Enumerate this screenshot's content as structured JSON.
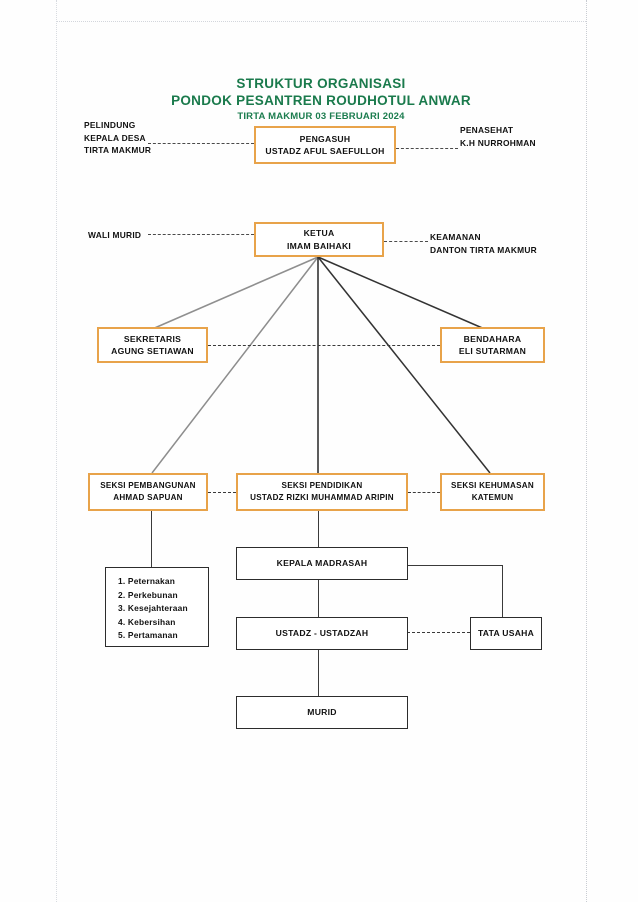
{
  "document": {
    "title_lines": [
      "STRUKTUR ORGANISASI",
      "PONDOK PESANTREN ROUDHOTUL ANWAR",
      "TIRTA MAKMUR 03 FEBRUARI 2024"
    ],
    "title_color": "#1a7a4c",
    "accent_box_color": "#e8a34a",
    "plain_box_color": "#2c2c2c"
  },
  "side_labels": {
    "pelindung": "PELINDUNG\nKEPALA DESA\nTIRTA MAKMUR",
    "pelindung_l1": "PELINDUNG",
    "pelindung_l2": "KEPALA DESA",
    "pelindung_l3": "TIRTA MAKMUR",
    "penasehat_l1": "PENASEHAT",
    "penasehat_l2": "K.H NURROHMAN",
    "wali_murid": "WALI MURID",
    "keamanan_l1": "KEAMANAN",
    "keamanan_l2": "DANTON TIRTA MAKMUR"
  },
  "nodes": {
    "pengasuh": {
      "role": "PENGASUH",
      "name": "USTADZ AFUL SAEFULLOH",
      "style": "orange"
    },
    "ketua": {
      "role": "KETUA",
      "name": "IMAM BAIHAKI",
      "style": "orange"
    },
    "sekretaris": {
      "role": "SEKRETARIS",
      "name": "AGUNG SETIAWAN",
      "style": "orange"
    },
    "bendahara": {
      "role": "BENDAHARA",
      "name": "ELI SUTARMAN",
      "style": "orange"
    },
    "seksi_pembangunan": {
      "role": "SEKSI PEMBANGUNAN",
      "name": "AHMAD SAPUAN",
      "style": "orange"
    },
    "seksi_pendidikan": {
      "role": "SEKSI PENDIDIKAN",
      "name": "USTADZ RIZKI MUHAMMAD ARIPIN",
      "style": "orange"
    },
    "seksi_kehumasan": {
      "role": "SEKSI KEHUMASAN",
      "name": "KATEMUN",
      "style": "orange"
    },
    "kepala_madrasah": {
      "role": "KEPALA MADRASAH",
      "style": "black"
    },
    "ustadz_ustadzah": {
      "role": "USTADZ - USTADZAH",
      "style": "black"
    },
    "tata_usaha": {
      "role": "TATA USAHA",
      "style": "black"
    },
    "murid": {
      "role": "MURID",
      "style": "black"
    }
  },
  "pembangunan_duties": [
    "1. Peternakan",
    "2. Perkebunan",
    "3. Kesejahteraan",
    "4. Kebersihan",
    "5. Pertamanan"
  ]
}
